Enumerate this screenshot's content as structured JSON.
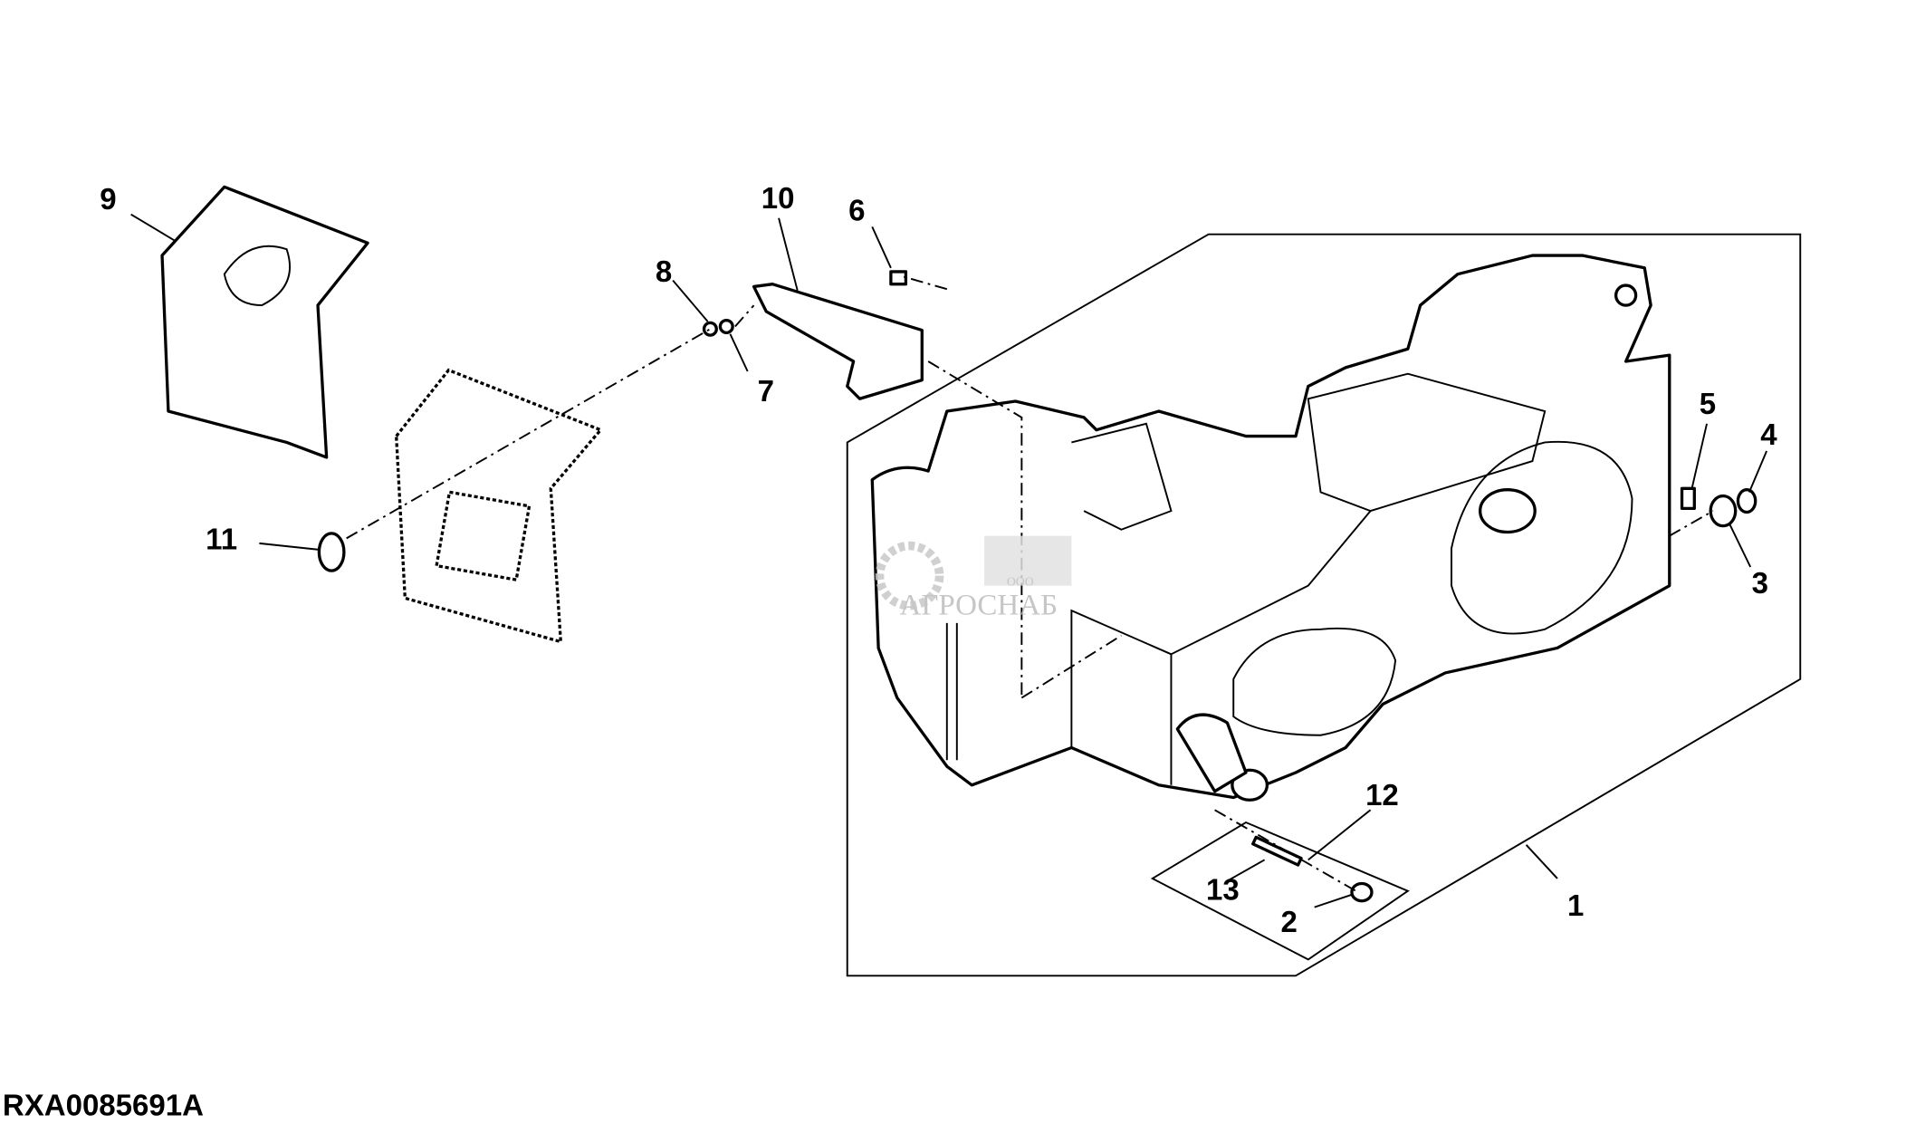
{
  "diagram": {
    "reference_code": "RXA0085691A",
    "callouts": [
      "1",
      "2",
      "3",
      "4",
      "5",
      "6",
      "7",
      "8",
      "9",
      "10",
      "11",
      "12",
      "13"
    ],
    "watermark": {
      "prefix": "ООО",
      "name": "АГРОСНАБ"
    }
  }
}
